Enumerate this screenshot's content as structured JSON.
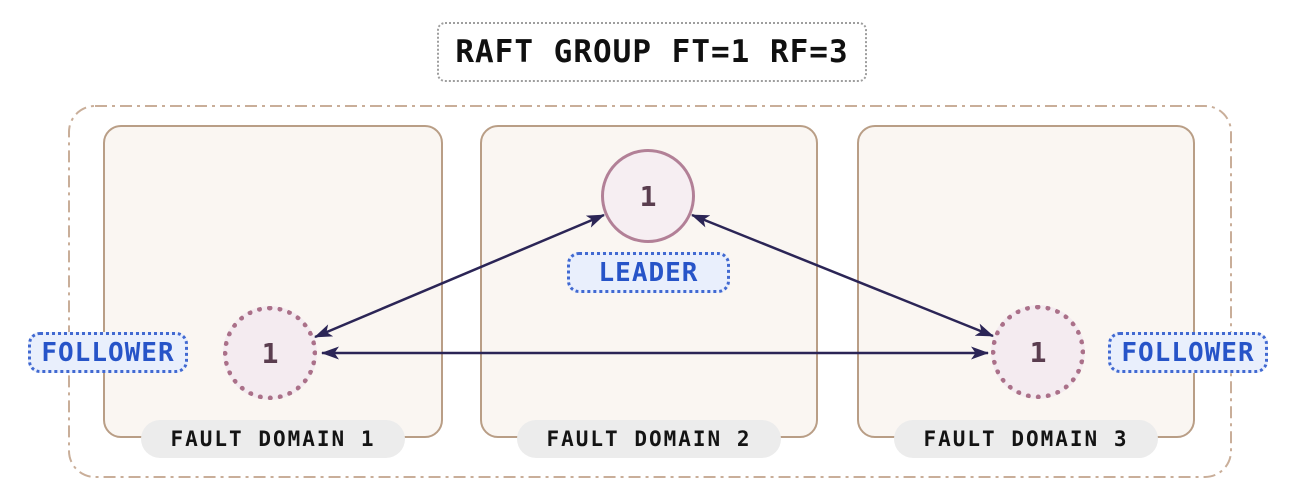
{
  "title": {
    "label": "RAFT GROUP FT=1 RF=3"
  },
  "nodes": {
    "leader": {
      "value": "1",
      "badge": "LEADER",
      "domain": "FAULT DOMAIN 2"
    },
    "follower_left": {
      "value": "1",
      "badge": "FOLLOWER",
      "domain": "FAULT DOMAIN 1"
    },
    "follower_right": {
      "value": "1",
      "badge": "FOLLOWER",
      "domain": "FAULT DOMAIN 3"
    }
  },
  "domains": [
    {
      "label": "FAULT DOMAIN 1"
    },
    {
      "label": "FAULT DOMAIN 2"
    },
    {
      "label": "FAULT DOMAIN 3"
    }
  ],
  "edges": [
    {
      "from": "follower_left",
      "to": "leader",
      "bidirectional": true
    },
    {
      "from": "follower_right",
      "to": "leader",
      "bidirectional": true
    },
    {
      "from": "follower_left",
      "to": "follower_right",
      "bidirectional": true
    }
  ],
  "colors": {
    "arrow": "#2b2556",
    "leader_border": "#b28097",
    "leader_fill": "#f6eef2",
    "follower_border": "#aa7089",
    "follower_fill": "#f4ebf0",
    "node_number": "#5a3d4f",
    "badge_fill": "#e9effc",
    "badge_border": "#4169d1",
    "badge_text": "#2754c8",
    "domain_border": "#b99e86",
    "domain_fill": "#faf6f2",
    "group_boundary": "#c9ae99",
    "pill_fill": "#ececec",
    "title_border": "#9e9e9e"
  }
}
